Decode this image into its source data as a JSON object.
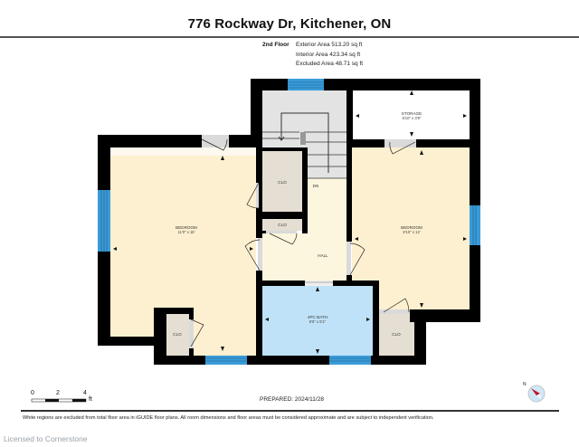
{
  "header": {
    "title": "776 Rockway Dr, Kitchener, ON",
    "floor": "2nd Floor",
    "exterior_area": "Exterior Area 513.20 sq ft",
    "interior_area": "Interior Area 423.34 sq ft",
    "excluded_area": "Excluded Area 48.71 sq ft"
  },
  "rooms": {
    "bedroom_left": {
      "label": "BEDROOM",
      "dims": "11'0\" x 15'"
    },
    "bedroom_right": {
      "label": "BEDROOM",
      "dims": "8'10\" x 12'"
    },
    "storage": {
      "label": "STORAGE",
      "dims": "8'10\" x 3'9\""
    },
    "bath": {
      "label": "4PC BATH",
      "dims": "8'5\" x 5'1\""
    },
    "hall": {
      "label": "HALL"
    },
    "stairs": {
      "label": "DN"
    },
    "closet_upper": {
      "label": "CLO"
    },
    "closet_small": {
      "label": "CLO"
    },
    "closet_bottom_left": {
      "label": "CLO"
    },
    "closet_bottom_right": {
      "label": "CLO"
    }
  },
  "colors": {
    "wall": "#000000",
    "bedroom_fill": "#fdf0d0",
    "hall_fill": "#fdf6de",
    "bath_fill": "#bfe2f8",
    "closet_fill": "#e5ded2",
    "stair_fill": "#e3e3e3",
    "window": "#3a9bd8"
  },
  "scale": {
    "ticks": [
      "0",
      "2",
      "4"
    ],
    "unit": "ft"
  },
  "footer": {
    "prepared": "PREPARED: 2024/11/28",
    "disclaimer": "White regions are excluded from total floor area in iGUIDE floor plans. All room dimensions and floor areas must be considered approximate and are subject to independent verification.",
    "licensed": "Licensed to Cornerstone"
  },
  "compass": {
    "label": "N"
  }
}
